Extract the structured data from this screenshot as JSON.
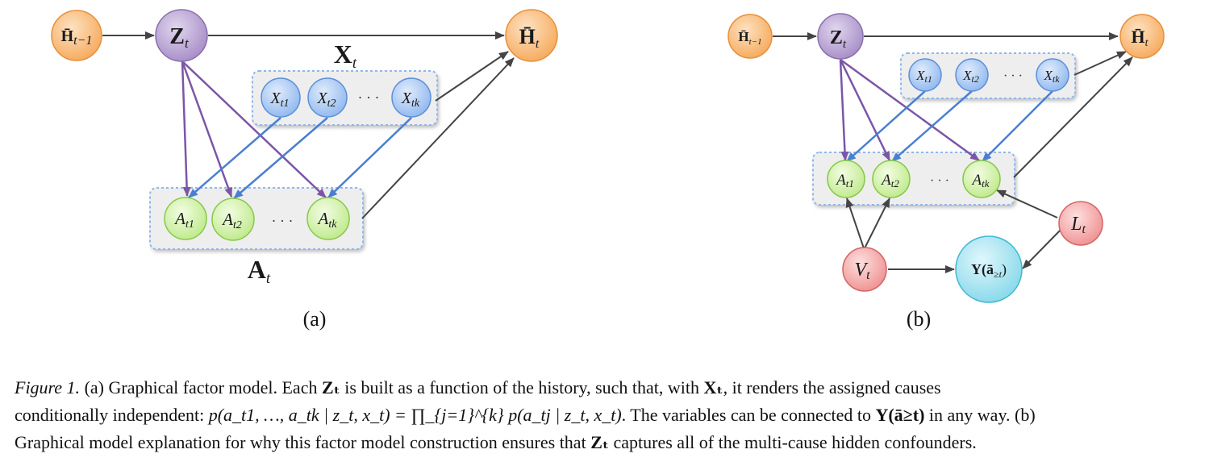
{
  "panel_a": {
    "label": "(a)",
    "nodes": {
      "H_prev": {
        "base": "H̄",
        "sub": "t−1"
      },
      "Z": {
        "base": "Z",
        "sub": "t"
      },
      "H": {
        "base": "H̄",
        "sub": "t"
      },
      "X1": {
        "base": "X",
        "sub": "t1"
      },
      "X2": {
        "base": "X",
        "sub": "t2"
      },
      "Xk": {
        "base": "X",
        "sub": "tk"
      },
      "A1": {
        "base": "A",
        "sub": "t1"
      },
      "A2": {
        "base": "A",
        "sub": "t2"
      },
      "Ak": {
        "base": "A",
        "sub": "tk"
      }
    },
    "group_labels": {
      "X": {
        "base": "X",
        "sub": "t"
      },
      "A": {
        "base": "A",
        "sub": "t"
      }
    },
    "ellipsis": "· · ·"
  },
  "panel_b": {
    "label": "(b)",
    "nodes": {
      "H_prev": {
        "base": "H̄",
        "sub": "t−1"
      },
      "Z": {
        "base": "Z",
        "sub": "t"
      },
      "H": {
        "base": "H̄",
        "sub": "t"
      },
      "X1": {
        "base": "X",
        "sub": "t1"
      },
      "X2": {
        "base": "X",
        "sub": "t2"
      },
      "Xk": {
        "base": "X",
        "sub": "tk"
      },
      "A1": {
        "base": "A",
        "sub": "t1"
      },
      "A2": {
        "base": "A",
        "sub": "t2"
      },
      "Ak": {
        "base": "A",
        "sub": "tk"
      },
      "L": {
        "base": "L",
        "sub": "t"
      },
      "V": {
        "base": "V",
        "sub": "t"
      },
      "Y": {
        "base": "Y(ā",
        "sub": "≥t",
        "tail": ")"
      }
    },
    "ellipsis": "· · ·"
  },
  "colors": {
    "orange_fill": "#f8b26a",
    "orange_stroke": "#e8903a",
    "purple_fill": "#b9a3d0",
    "purple_stroke": "#8a6fae",
    "blue_fill": "#a9c8f2",
    "blue_stroke": "#5b8fd8",
    "green_fill": "#cdf0a2",
    "green_stroke": "#86c94a",
    "red_fill": "#f3a3a3",
    "red_stroke": "#d46464",
    "cyan_fill": "#9fe2f0",
    "cyan_stroke": "#3fb8d3",
    "edge_gray": "#444444",
    "edge_purple": "#7b56a6",
    "edge_blue": "#4a7fd0"
  },
  "caption": {
    "fig_label": "Figure 1.",
    "line1_pre": " (a) Graphical factor model. Each ",
    "line1_mid1": " is built as a function of the history, such that, with ",
    "line1_mid2": ", it renders the assigned causes",
    "line2_pre": "conditionally independent: ",
    "formula": "p(a_t1, …, a_tk | z_t, x_t) = ∏_{j=1}^{k} p(a_tj | z_t, x_t)",
    "line2_post_pre": ". The variables can be connected to ",
    "line2_post_post": " in any way. (b)",
    "line3_pre": "Graphical model explanation for why this factor model construction ensures that ",
    "line3_post": " captures all of the multi-cause hidden confounders.",
    "sym_Zt": "Zₜ",
    "sym_Xt": "Xₜ",
    "sym_Y": "Y(ā≥t)"
  }
}
